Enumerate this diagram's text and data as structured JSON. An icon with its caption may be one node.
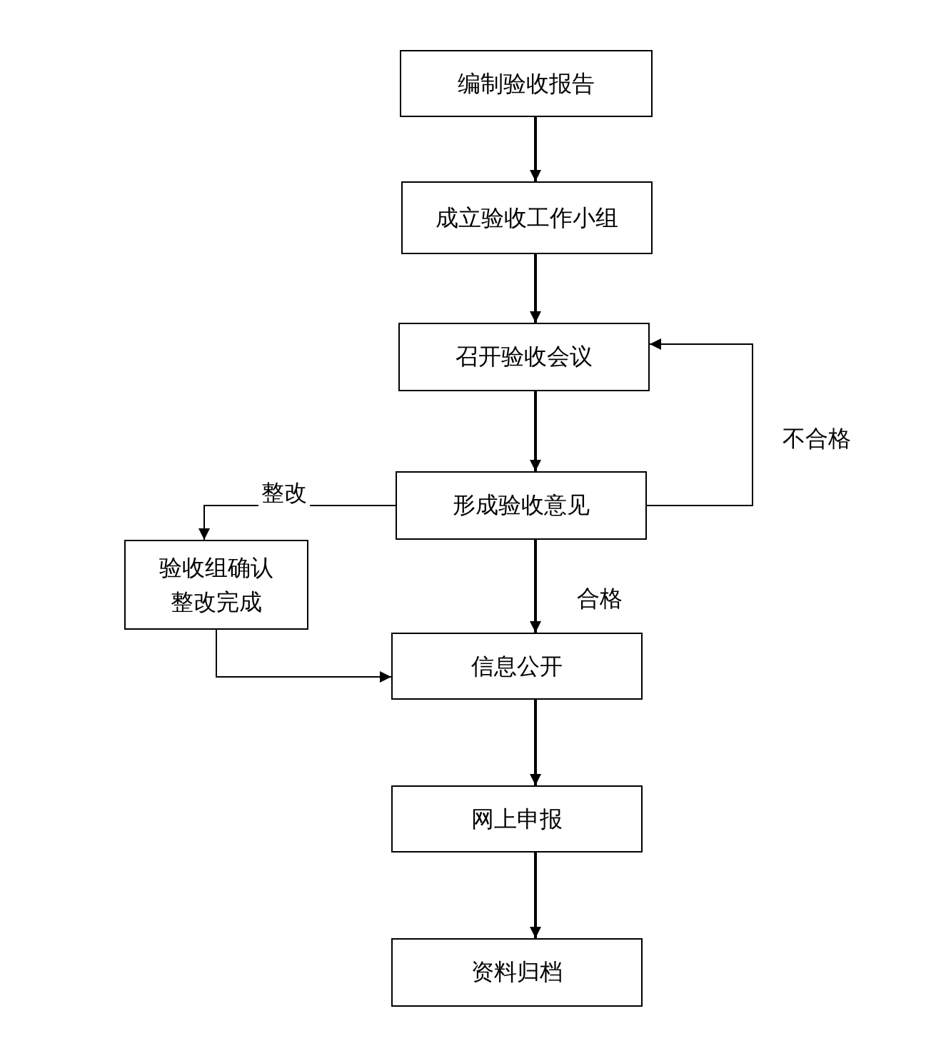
{
  "diagram": {
    "nodes": [
      {
        "text": [
          "编制验收报告"
        ]
      },
      {
        "text": [
          "成立验收工作小组"
        ]
      },
      {
        "text": [
          "召开验收会议"
        ]
      },
      {
        "text": [
          "形成验收意见"
        ]
      },
      {
        "text": [
          "验收组确认整改完成"
        ]
      },
      {
        "text": [
          "信息公开"
        ]
      },
      {
        "text": [
          "网上申报"
        ]
      },
      {
        "text": [
          "资料归档"
        ]
      }
    ],
    "edges": [
      {
        "from": 0,
        "to": 1,
        "arrow": "to"
      },
      {
        "from": 1,
        "to": 2,
        "arrow": "to"
      },
      {
        "from": 2,
        "to": 3,
        "arrow": "to"
      },
      {
        "from": 3,
        "to": 2,
        "arrow": "to",
        "label": "不合格"
      },
      {
        "from": 3,
        "to": 4,
        "arrow": "to",
        "label": "整改"
      },
      {
        "from": 4,
        "to": 5,
        "arrow": "to"
      },
      {
        "from": 3,
        "to": 5,
        "arrow": "to",
        "label": "合格"
      },
      {
        "from": 5,
        "to": 6,
        "arrow": "to"
      },
      {
        "from": 6,
        "to": 7,
        "arrow": "to"
      }
    ]
  }
}
